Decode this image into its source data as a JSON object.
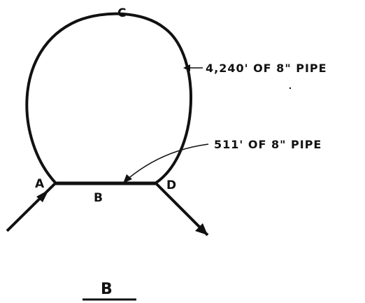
{
  "diagram": {
    "points": {
      "a": "A",
      "b": "B",
      "c": "C",
      "d": "D"
    },
    "annotations": {
      "loop_pipe": "4,240' OF 8\" PIPE",
      "straight_pipe": "511' OF 8\" PIPE"
    },
    "figure_label": "B"
  }
}
